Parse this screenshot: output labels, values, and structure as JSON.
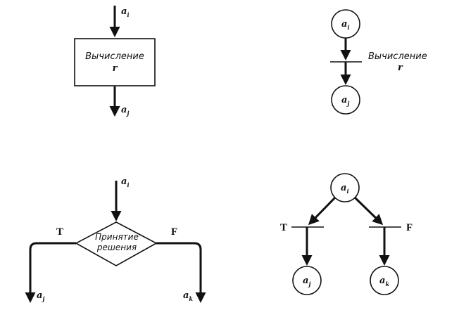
{
  "flowchart_compute": {
    "input": "a",
    "input_sub": "i",
    "block_line1": "Вычисление",
    "block_line2": "r",
    "output": "a",
    "output_sub": "j"
  },
  "petri_compute": {
    "place_top": "a",
    "place_top_sub": "i",
    "transition_line1": "Вычисление",
    "transition_line2": "r",
    "place_bottom": "a",
    "place_bottom_sub": "j"
  },
  "flowchart_decision": {
    "input": "a",
    "input_sub": "i",
    "diamond_line1": "Принятие",
    "diamond_line2": "решения",
    "true_label": "T",
    "false_label": "F",
    "true_out": "a",
    "true_out_sub": "j",
    "false_out": "a",
    "false_out_sub": "k"
  },
  "petri_decision": {
    "place_top": "a",
    "place_top_sub": "i",
    "true_label": "T",
    "false_label": "F",
    "place_left": "a",
    "place_left_sub": "j",
    "place_right": "a",
    "place_right_sub": "k"
  }
}
